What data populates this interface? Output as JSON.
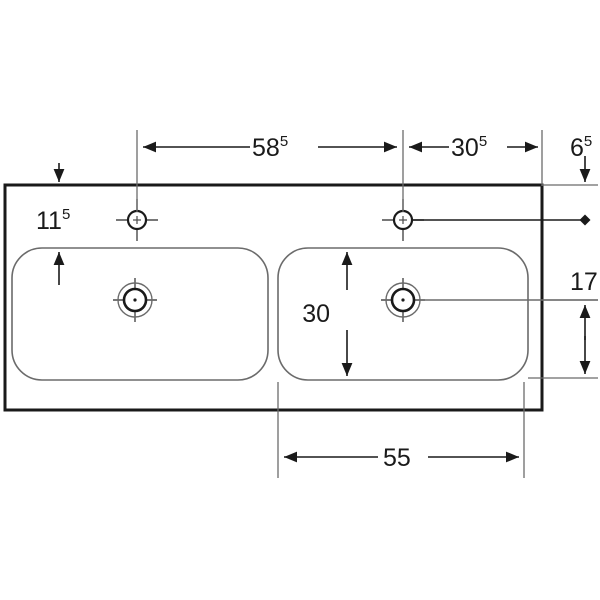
{
  "drawing": {
    "title": "Double washbasin plan view technical drawing",
    "units": "cm",
    "line_color": "#1a1a1a",
    "thin_line_color": "#6b6b6b",
    "background": "#ffffff"
  },
  "dimensions": {
    "top_left_span": {
      "value": "58",
      "superscript": "5",
      "label": "58⁵"
    },
    "top_right_span": {
      "value": "30",
      "superscript": "5",
      "label": "30⁵"
    },
    "top_far_right": {
      "value": "6",
      "superscript": "5",
      "label": "6⁵"
    },
    "left_vertical": {
      "value": "11",
      "superscript": "5",
      "label": "11⁵"
    },
    "right_vertical": {
      "value": "17",
      "superscript": "",
      "label": "17"
    },
    "basin_depth": {
      "value": "30",
      "superscript": "",
      "label": "30"
    },
    "basin_width": {
      "value": "55",
      "superscript": "",
      "label": "55"
    }
  },
  "features": {
    "tap_hole_left": "tap-hole-crosshair",
    "tap_hole_right": "tap-hole-crosshair",
    "drain_left": "drain-crosshair",
    "drain_right": "drain-crosshair",
    "basin_left": "left-basin-outline",
    "basin_right": "right-basin-outline",
    "body_outline": "washbasin-body-outline"
  }
}
